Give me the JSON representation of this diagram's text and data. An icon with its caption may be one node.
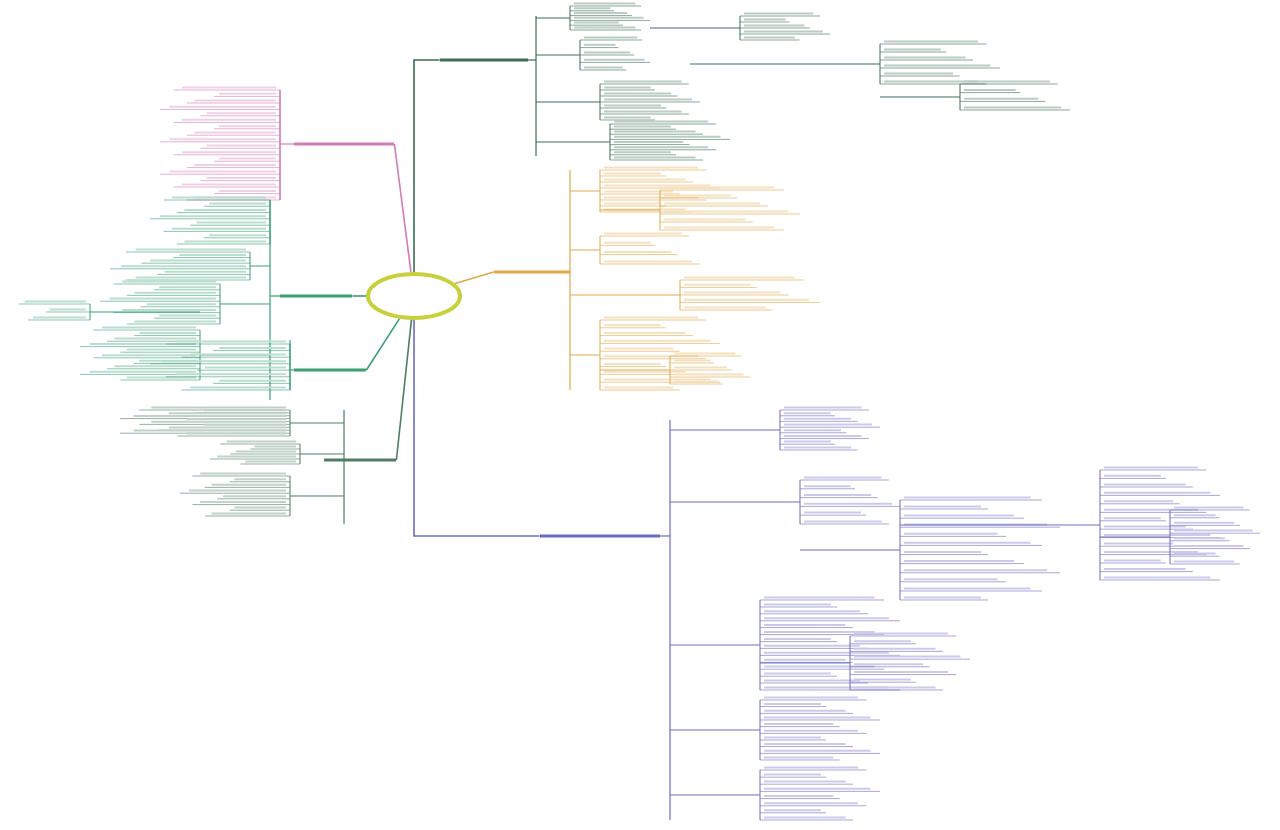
{
  "diagram": {
    "nodes": [
      {
        "text": [],
        "shape": "ellipse"
      },
      {
        "text": [],
        "shape": "bar"
      },
      {
        "text": [],
        "shape": "bar"
      },
      {
        "text": [],
        "shape": "bar"
      },
      {
        "text": [],
        "shape": "bar"
      },
      {
        "text": [],
        "shape": "bar"
      },
      {
        "text": [],
        "shape": "bar"
      },
      {
        "text": [],
        "shape": "bar"
      }
    ],
    "edges": [
      {
        "from": 0,
        "to": 1,
        "arrow": "none",
        "color": "#3d6e50"
      },
      {
        "from": 0,
        "to": 2,
        "arrow": "none",
        "color": "#e0a84a"
      },
      {
        "from": 0,
        "to": 3,
        "arrow": "none",
        "color": "#6a6cc0"
      },
      {
        "from": 0,
        "to": 4,
        "arrow": "none",
        "color": "#d27cb6"
      },
      {
        "from": 0,
        "to": 5,
        "arrow": "none",
        "color": "#3aa074"
      },
      {
        "from": 0,
        "to": 6,
        "arrow": "none",
        "color": "#3aa074"
      },
      {
        "from": 0,
        "to": 7,
        "arrow": "none",
        "color": "#4f7d60"
      }
    ]
  }
}
